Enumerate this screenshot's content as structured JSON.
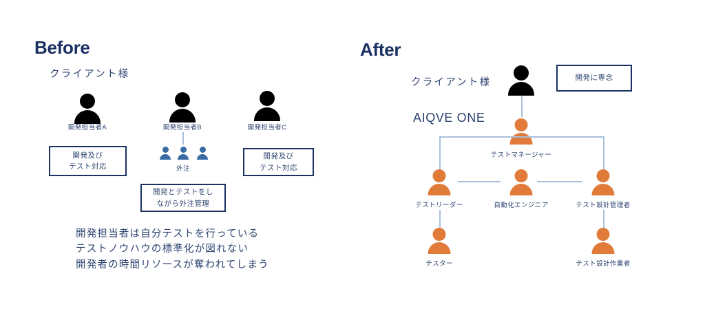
{
  "colors": {
    "navy": "#1b3163",
    "text_navy": "#2e4470",
    "orange": "#e07b39",
    "blue_small": "#3a6ba5",
    "connector": "#aabfdb",
    "black": "#000000",
    "background": "#ffffff"
  },
  "before": {
    "title": "Before",
    "client_label": "クライアント様",
    "people": [
      {
        "id": "dev-a",
        "label": "開発担当者A"
      },
      {
        "id": "dev-b",
        "label": "開発担当者B"
      },
      {
        "id": "dev-c",
        "label": "開発担当者C"
      }
    ],
    "outsource_label": "外注",
    "outsource_count": 3,
    "boxes": [
      {
        "id": "box-dev-a",
        "lines": [
          "開発及び",
          "テスト対応"
        ]
      },
      {
        "id": "box-dev-b",
        "lines": [
          "開発とテストをし",
          "ながら外注管理"
        ]
      },
      {
        "id": "box-dev-c",
        "lines": [
          "開発及び",
          "テスト対応"
        ]
      }
    ],
    "notes": [
      "開発担当者は自分テストを行っている",
      "テストノウハウの標準化が図れない",
      "開発者の時間リソースが奪われてしまう"
    ]
  },
  "after": {
    "title": "After",
    "client_label": "クライアント様",
    "brand_label": "AIQVE ONE",
    "callout_box": {
      "id": "box-focus-dev",
      "lines": [
        "開発に専念"
      ]
    },
    "org": {
      "client": {
        "id": "after-client",
        "label": ""
      },
      "manager": {
        "id": "test-manager",
        "label": "テストマネージャー"
      },
      "middle": [
        {
          "id": "test-leader",
          "label": "テストリーダー"
        },
        {
          "id": "automation-engineer",
          "label": "自動化エンジニア"
        },
        {
          "id": "test-design-manager",
          "label": "テスト設計管理者"
        }
      ],
      "bottom": [
        {
          "id": "tester",
          "label": "テスター"
        },
        {
          "id": "test-design-worker",
          "label": "テスト設計作業者"
        }
      ]
    }
  }
}
